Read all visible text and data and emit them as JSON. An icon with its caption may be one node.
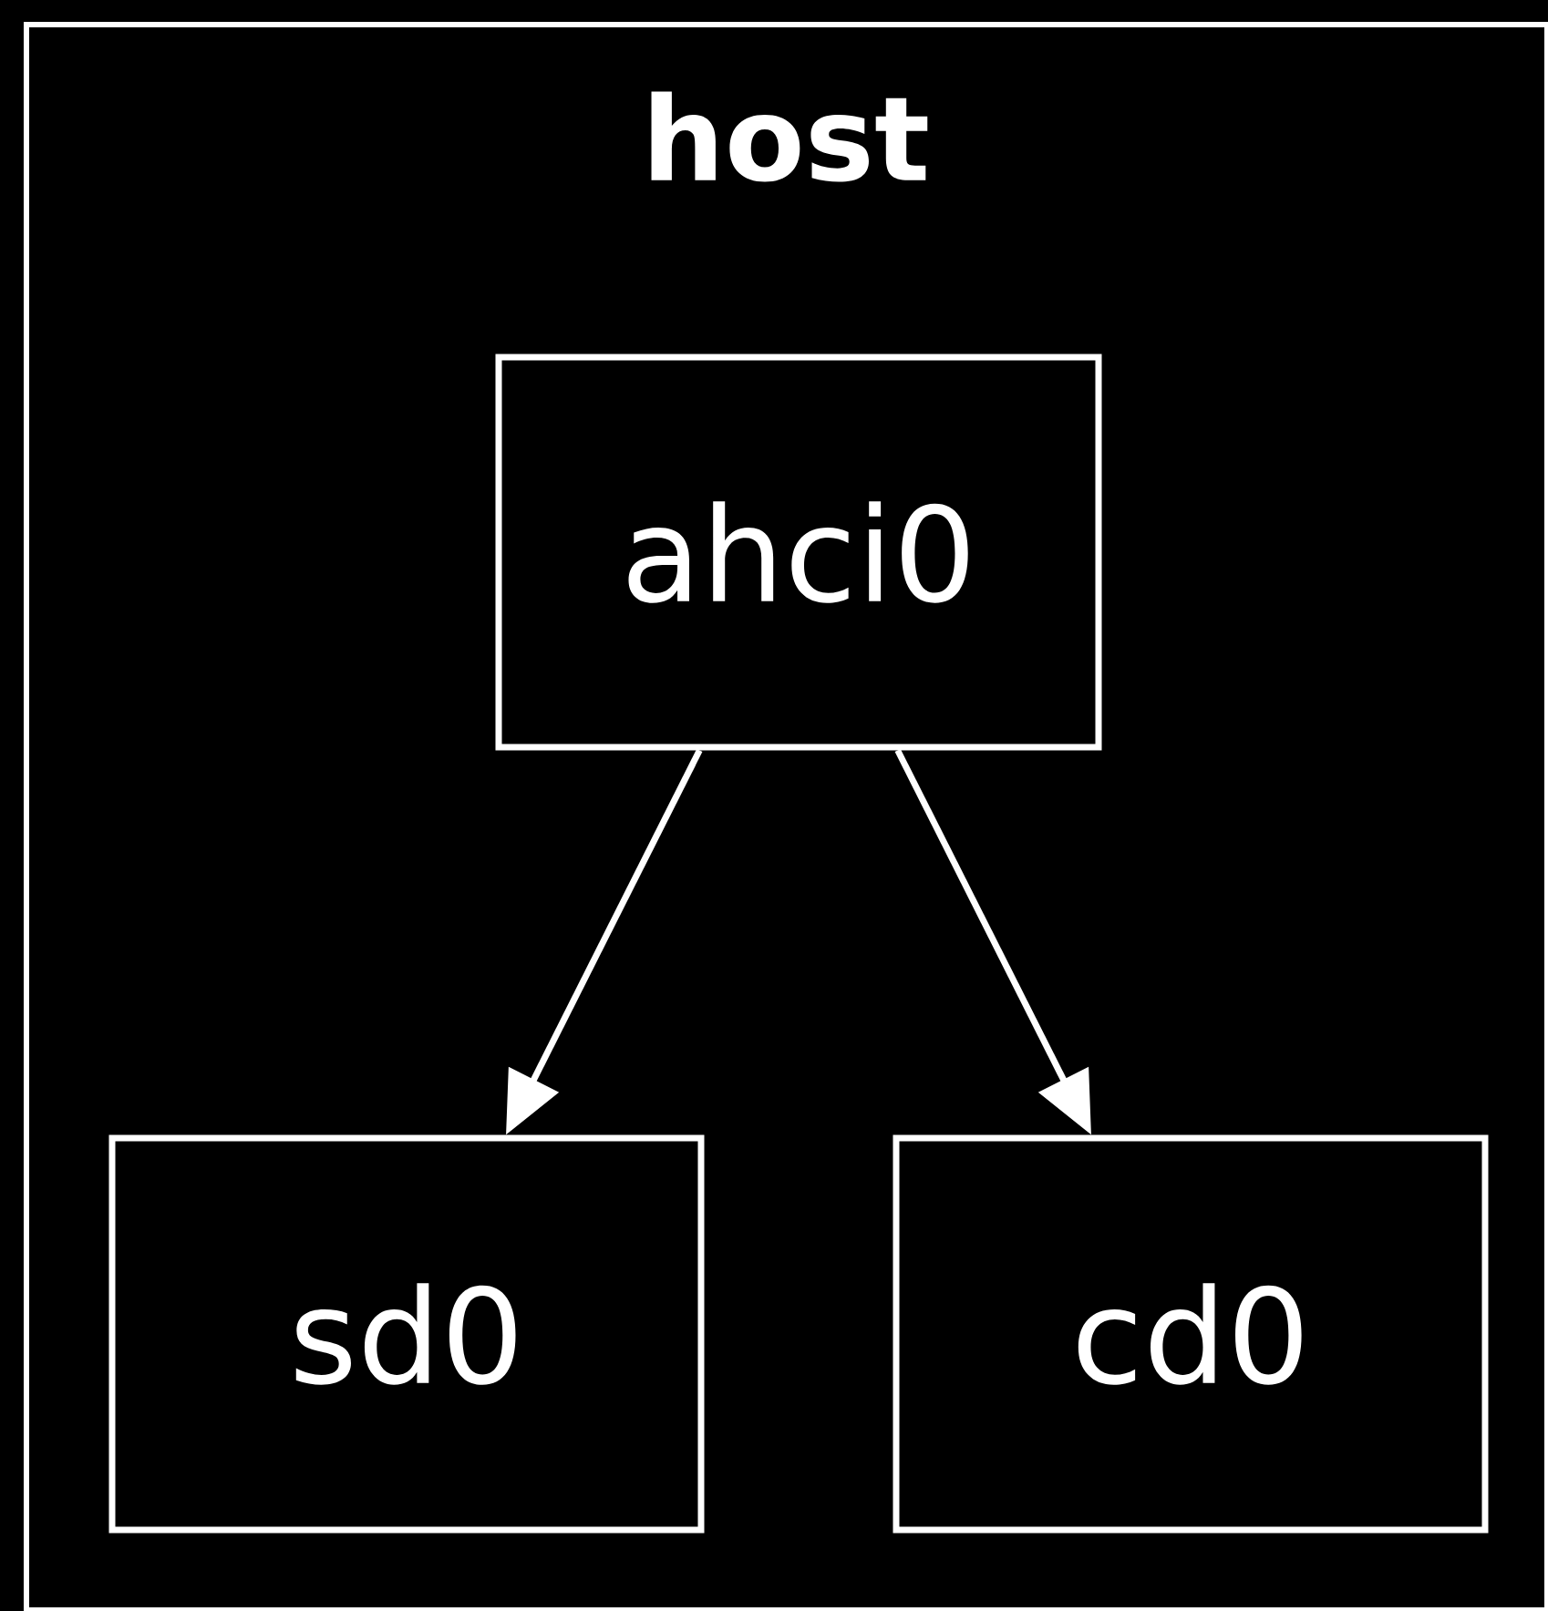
{
  "diagram": {
    "nodes": [
      {
        "text": [
          "host"
        ]
      },
      {
        "text": [
          "ahci0"
        ],
        "in": 0
      },
      {
        "text": [
          "sd0"
        ],
        "in": 0
      },
      {
        "text": [
          "cd0"
        ],
        "in": 0
      }
    ],
    "edges": [
      {
        "from": 1,
        "to": 2,
        "arrow": "to"
      },
      {
        "from": 1,
        "to": 3,
        "arrow": "to"
      }
    ]
  }
}
